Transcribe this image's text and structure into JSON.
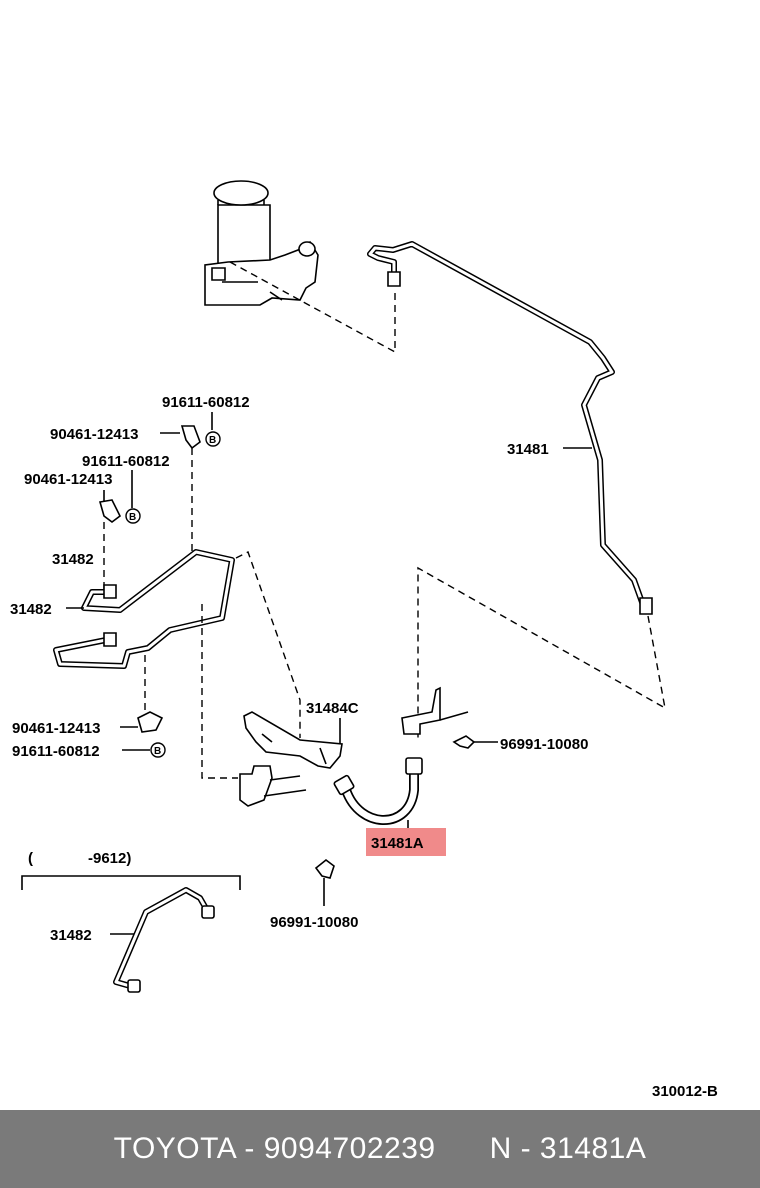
{
  "diagram": {
    "labels": {
      "part_31481": "31481",
      "part_31481a": "31481A",
      "part_31482_top": "31482",
      "part_31482_left": "31482",
      "part_31482_inset": "31482",
      "part_31484c": "31484C",
      "part_90461_a": "90461-12413",
      "part_90461_b": "90461-12413",
      "part_90461_c": "90461-12413",
      "part_91611_a": "91611-60812",
      "part_91611_b": "91611-60812",
      "part_91611_c": "91611-60812",
      "part_96991_a": "96991-10080",
      "part_96991_b": "96991-10080",
      "inset_open": "(",
      "inset_range": "-9612)",
      "ref_code": "310012-B",
      "badge": "B"
    },
    "highlight_color": "#f08a8a"
  },
  "footer": {
    "brand": "TOYOTA - 9094702239",
    "part": "N - 31481A",
    "background": "#7a7a7a"
  }
}
